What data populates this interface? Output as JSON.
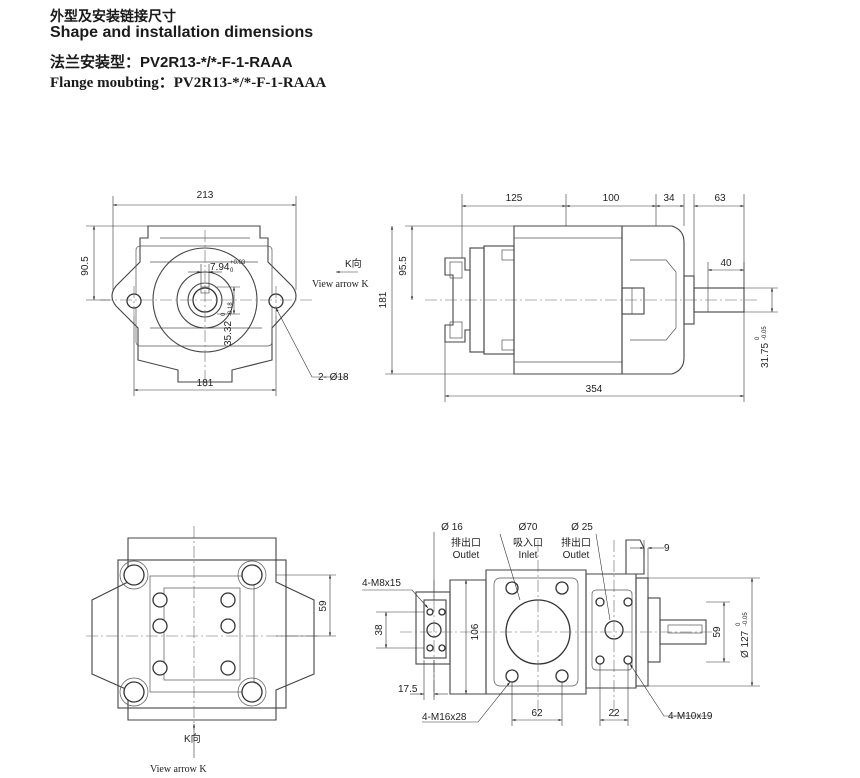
{
  "header": {
    "title_cn": "外型及安装链接尺寸",
    "title_en": "Shape and installation dimensions",
    "model_cn": "法兰安装型：PV2R13-*/*-F-1-RAAA",
    "model_en": "Flange moubting：PV2R13-*/*-F-1-RAAA"
  },
  "front_view": {
    "dim_width": "213",
    "dim_height": "90.5",
    "dim_key": "7.94",
    "dim_key_tol_up": "+0.03",
    "dim_key_tol_low": "0",
    "dim_shaft": "35.32",
    "dim_shaft_tol_up": "0",
    "dim_shaft_tol_low": "-0.18",
    "dim_bolt_span": "181",
    "holes": "2- Ø18",
    "k_label": "K向",
    "view_arrow": "View arrow K"
  },
  "side_view": {
    "dim_125": "125",
    "dim_100": "100",
    "dim_34": "34",
    "dim_63": "63",
    "dim_40": "40",
    "dim_95_5": "95.5",
    "dim_181": "181",
    "dim_354": "354",
    "dim_31_75": "31.75",
    "dim_31_75_tol_up": "0",
    "dim_31_75_tol_low": "-0.05"
  },
  "rear_view": {
    "dim_59": "59",
    "k_label": "K向",
    "view_arrow": "View arrow K"
  },
  "port_view": {
    "outlet1_dia": "Ø 16",
    "outlet1_cn": "排出口",
    "outlet1_en": "Outlet",
    "inlet_dia": "Ø70",
    "inlet_cn": "吸入口",
    "inlet_en": "Inlet",
    "outlet2_dia": "Ø 25",
    "outlet2_cn": "排出口",
    "outlet2_en": "Outlet",
    "dim_9": "9",
    "thread_m8": "4-M8x15",
    "dim_38": "38",
    "dim_106": "106",
    "dim_59": "59",
    "dim_127": "Ø 127",
    "dim_127_tol_up": "0",
    "dim_127_tol_low": "-0.05",
    "dim_17_5": "17.5",
    "thread_m16": "4-M16x28",
    "dim_62": "62",
    "dim_22": "22",
    "thread_m10": "4-M10x19"
  }
}
